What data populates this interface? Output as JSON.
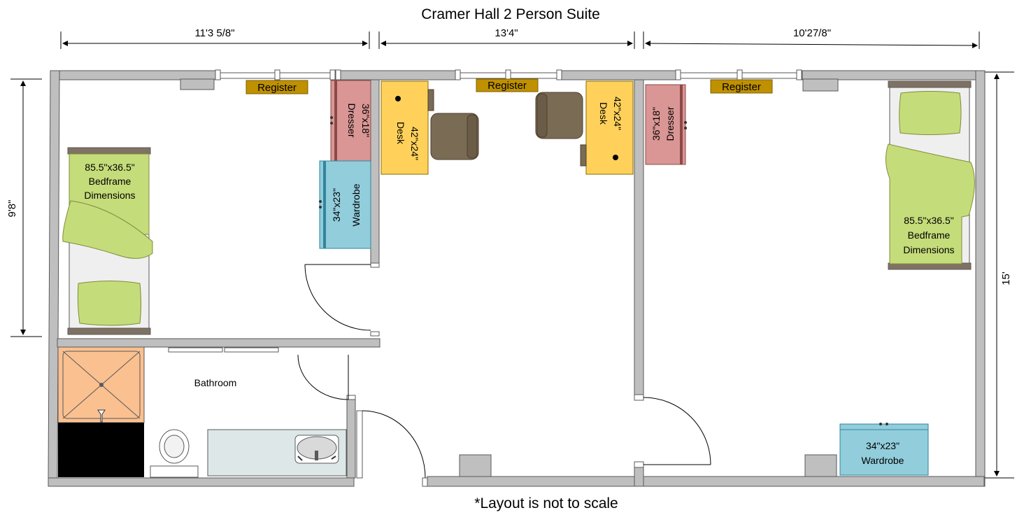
{
  "title": "Cramer Hall 2 Person Suite",
  "footnote": "*Layout is not to scale",
  "dimensions": {
    "left_room_width": "11'3 5/8\"",
    "center_room_width": "13'4\"",
    "right_room_width": "10'27/8\"",
    "left_room_depth": "9'8\"",
    "right_room_depth": "15'"
  },
  "rooms": {
    "bathroom": "Bathroom"
  },
  "registers": [
    "Register",
    "Register",
    "Register"
  ],
  "furniture": {
    "bed_left": [
      "85.5\"x36.5\"",
      "Bedframe",
      "Dimensions"
    ],
    "bed_right": [
      "85.5\"x36.5\"",
      "Bedframe",
      "Dimensions"
    ],
    "dresser_left": [
      "36\"x18\"",
      "Dresser"
    ],
    "dresser_right": [
      "36\"x18\"",
      "Dresser"
    ],
    "wardrobe_left": [
      "34\"x23\"",
      "Wardrobe"
    ],
    "wardrobe_right": [
      "34\"x23\"",
      "Wardrobe"
    ],
    "desk_left": [
      "42\"x24\"",
      "Desk"
    ],
    "desk_right": [
      "42\"x24\"",
      "Desk"
    ]
  },
  "colors": {
    "wall": "#bfbfbf",
    "bed_linen": "#c5dc7a",
    "dresser": "#d99694",
    "wardrobe": "#92cddc",
    "desk": "#ffd15b",
    "chair": "#7a6b55",
    "register": "#bf9000",
    "shower": "#fac090",
    "vanity": "#dde7e7"
  }
}
